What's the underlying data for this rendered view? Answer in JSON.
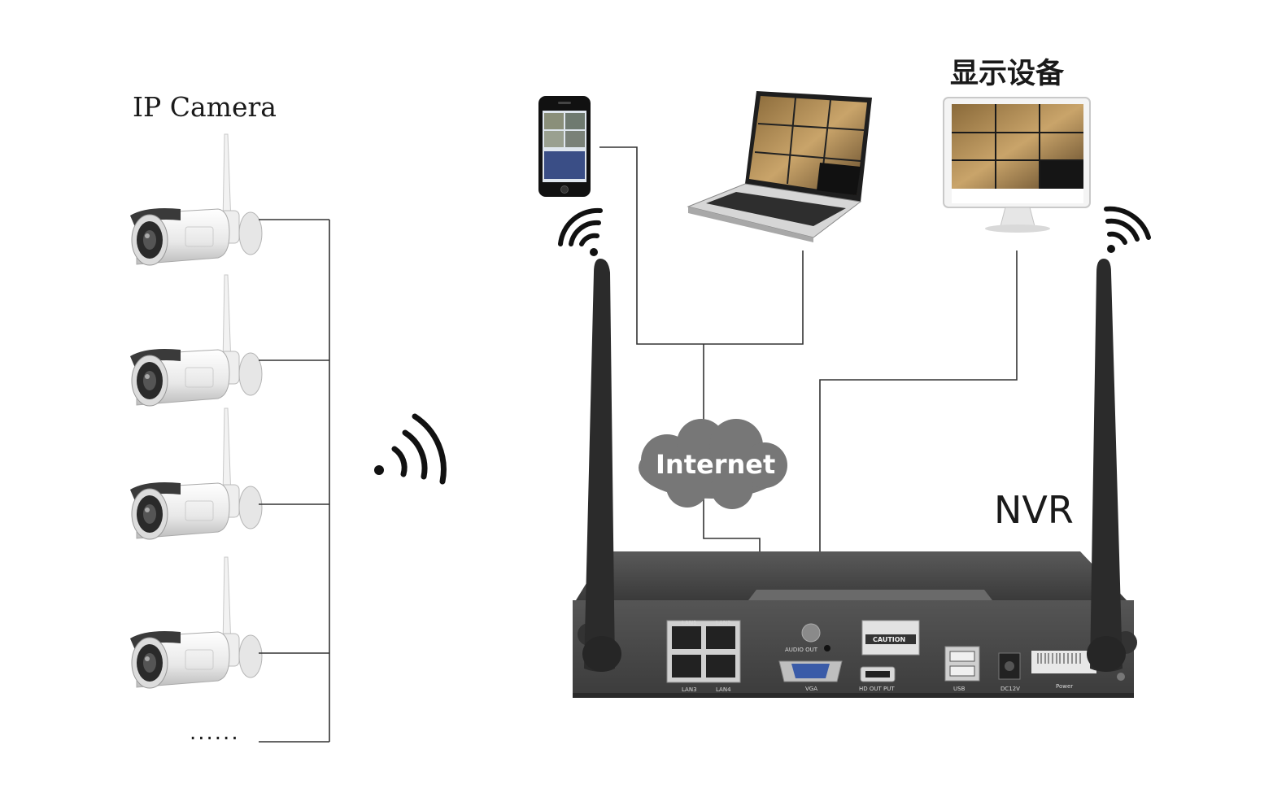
{
  "labels": {
    "ip_camera": "IP Camera",
    "display_device": "显示设备",
    "internet": "Internet",
    "nvr": "NVR",
    "more_cameras": "......"
  },
  "nvr_panel": {
    "lan_labels": [
      "LAN1",
      "LAN2",
      "LAN3",
      "LAN4"
    ],
    "audio_out": "AUDIO OUT",
    "vga": "VGA",
    "hdmi": "HD OUT PUT",
    "caution": "CAUTION",
    "usb": "USB",
    "dc": "DC12V",
    "power": "Power"
  },
  "colors": {
    "line": "#333333",
    "cloud": "#777777",
    "nvr_body": "#4a4a4a",
    "antenna": "#2b2b2b"
  },
  "icons": [
    "camera-icon",
    "wifi-signal-icon",
    "smartphone-icon",
    "laptop-icon",
    "monitor-icon",
    "cloud-icon",
    "antenna-icon",
    "nvr-icon"
  ]
}
